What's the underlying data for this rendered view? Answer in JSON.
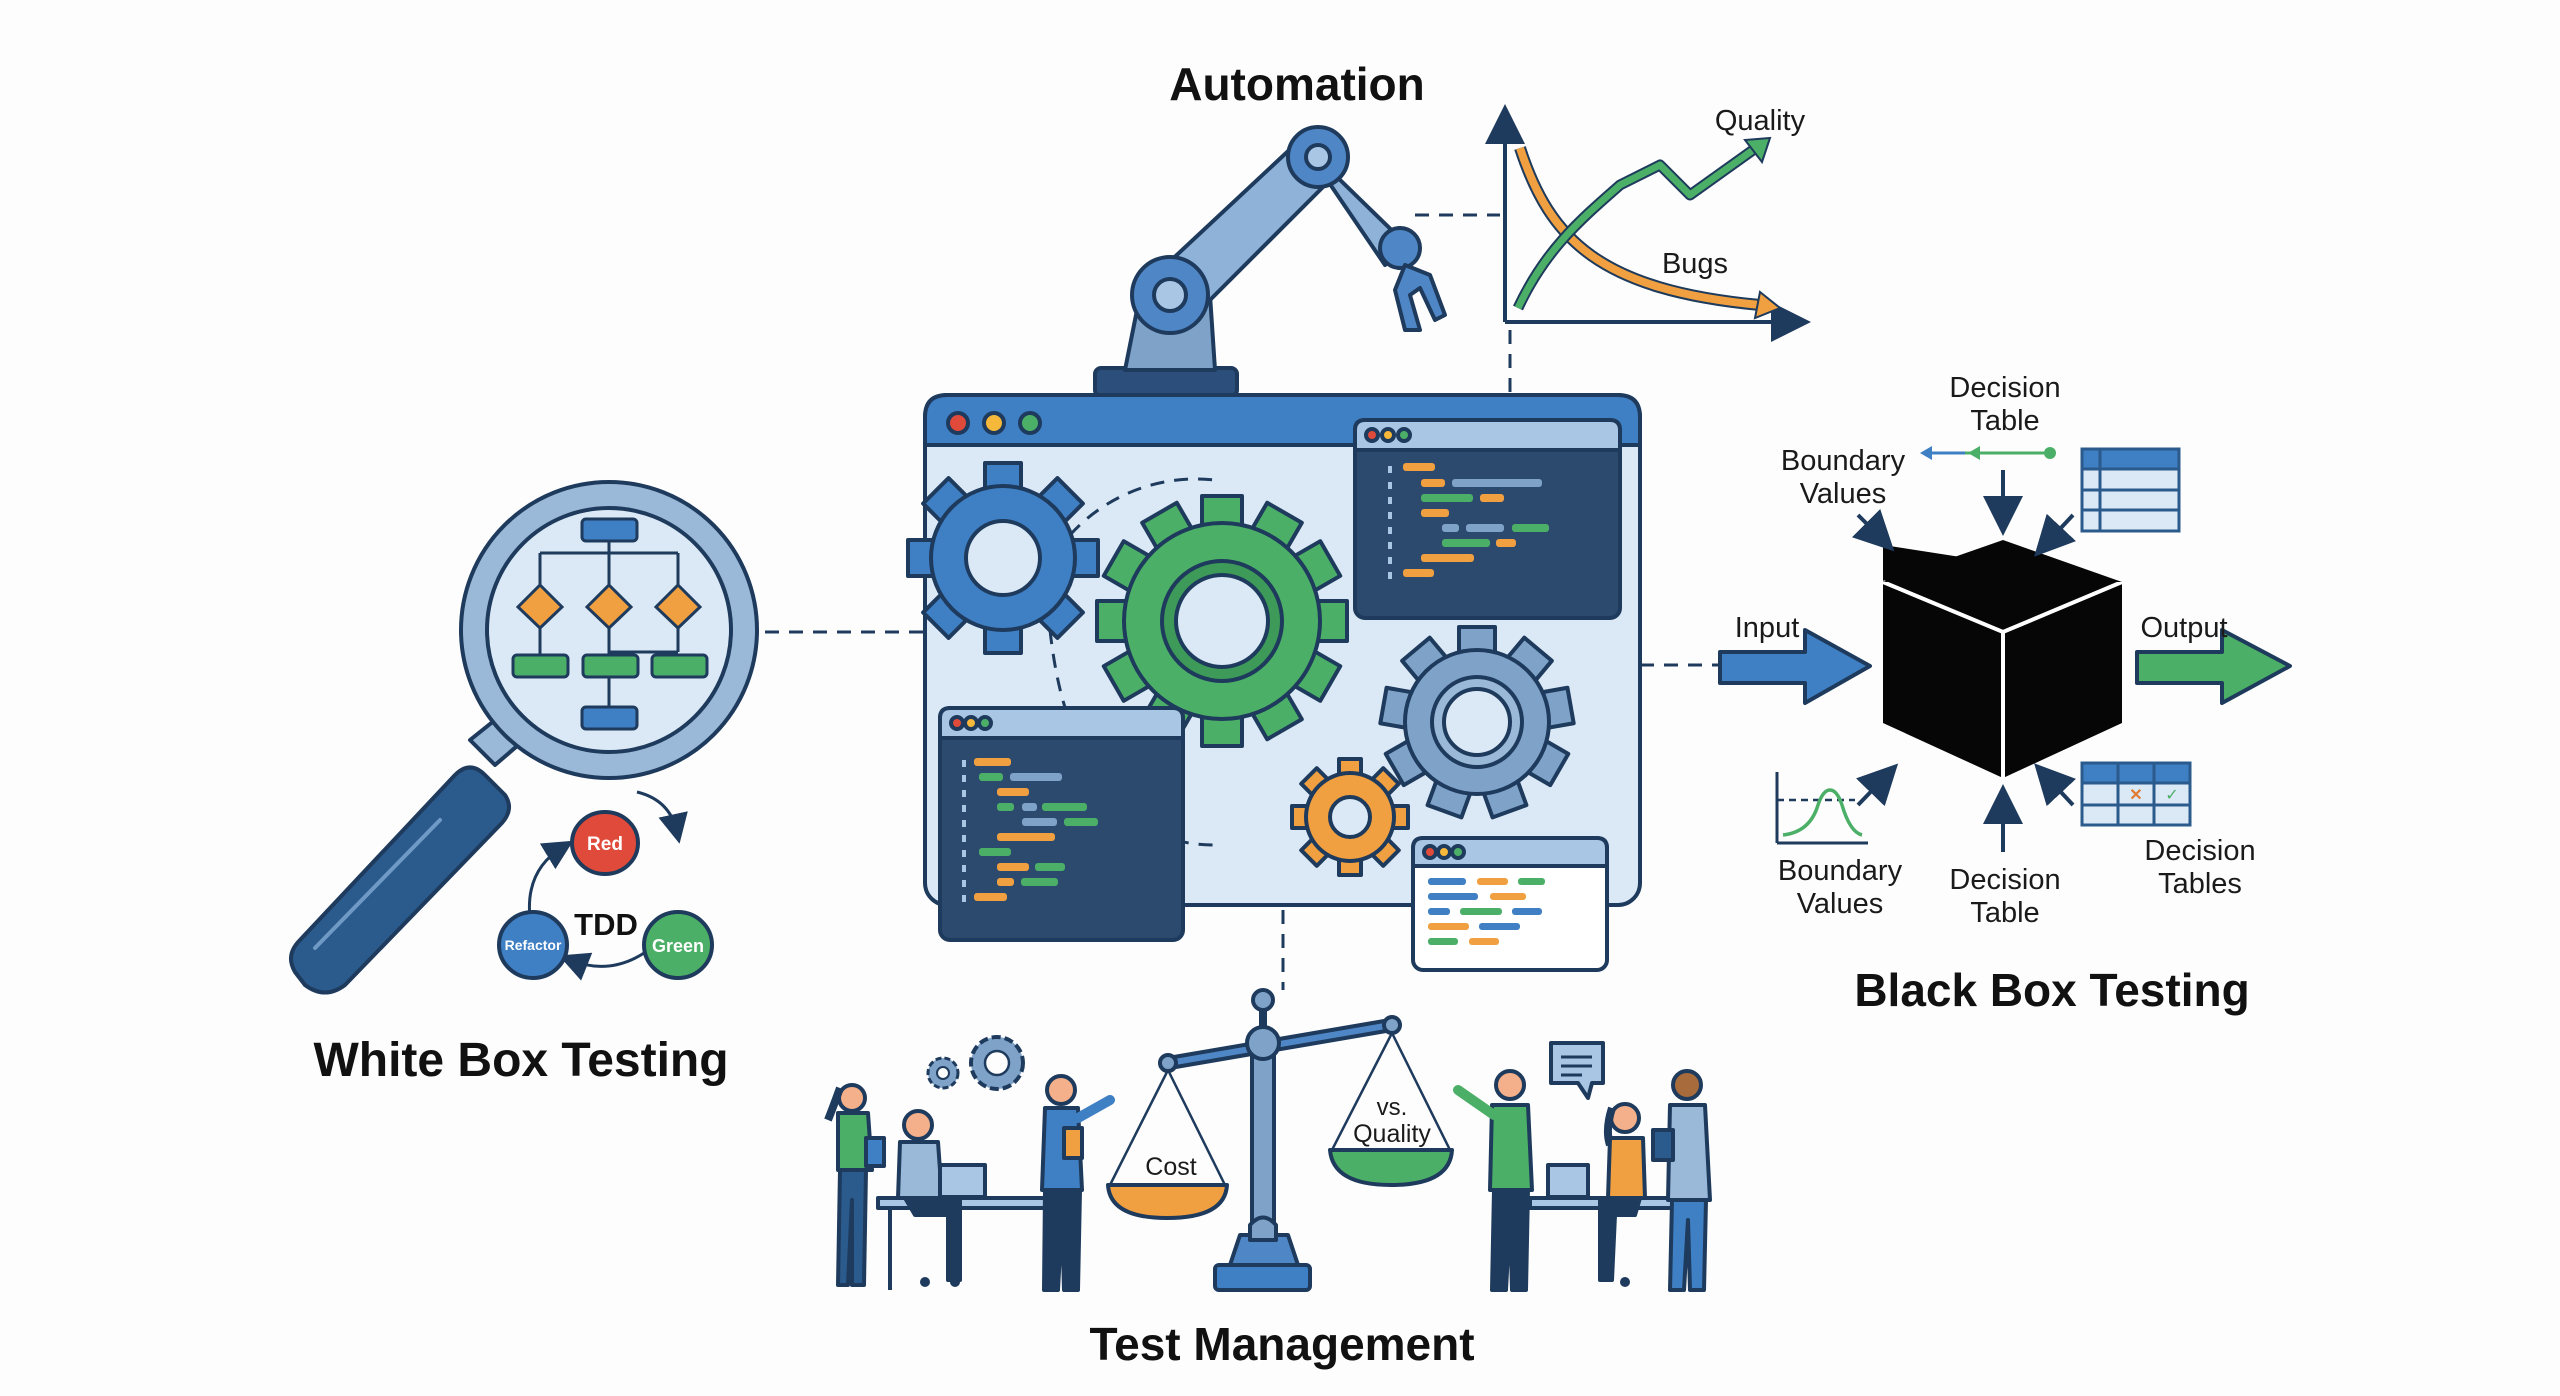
{
  "titles": {
    "automation": "Automation",
    "white_box": "White Box Testing",
    "black_box": "Black Box Testing",
    "test_management": "Test Management"
  },
  "automation_chart": {
    "quality_label": "Quality",
    "bugs_label": "Bugs"
  },
  "tdd": {
    "center": "TDD",
    "red": "Red",
    "green": "Green",
    "refactor": "Refactor"
  },
  "black_box": {
    "top_decision_table": [
      "Decision",
      "Table"
    ],
    "top_boundary_values": [
      "Boundary",
      "Values"
    ],
    "input": "Input",
    "output": "Output",
    "bottom_boundary_values": [
      "Boundary",
      "Values"
    ],
    "bottom_decision_table": [
      "Decision",
      "Table"
    ],
    "bottom_decision_tables": [
      "Decision",
      "Tables"
    ]
  },
  "scale": {
    "left_pan": "Cost",
    "right_pan_top": "vs.",
    "right_pan_bottom": "Quality"
  },
  "colors": {
    "blue": "#3f7fc4",
    "dark_navy": "#1e3a5c",
    "green": "#4caf67",
    "orange": "#f0a040",
    "red": "#e04a3a",
    "yellow": "#f5b83a",
    "light_blue": "#dbe9f6",
    "steel_blue": "#7fa3c8"
  }
}
